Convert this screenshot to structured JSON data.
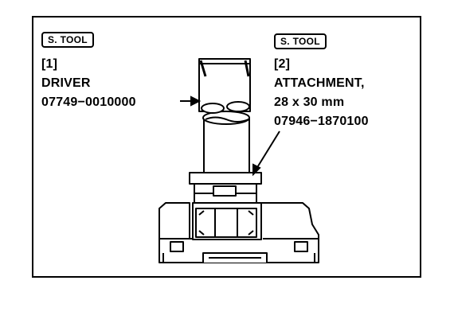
{
  "tool1": {
    "badge": "S. TOOL",
    "index": "[1]",
    "name": "DRIVER",
    "part_number": "07749−0010000"
  },
  "tool2": {
    "badge": "S. TOOL",
    "index": "[2]",
    "name": "ATTACHMENT,",
    "size": "28 x 30 mm",
    "part_number": "07946−1870100"
  }
}
